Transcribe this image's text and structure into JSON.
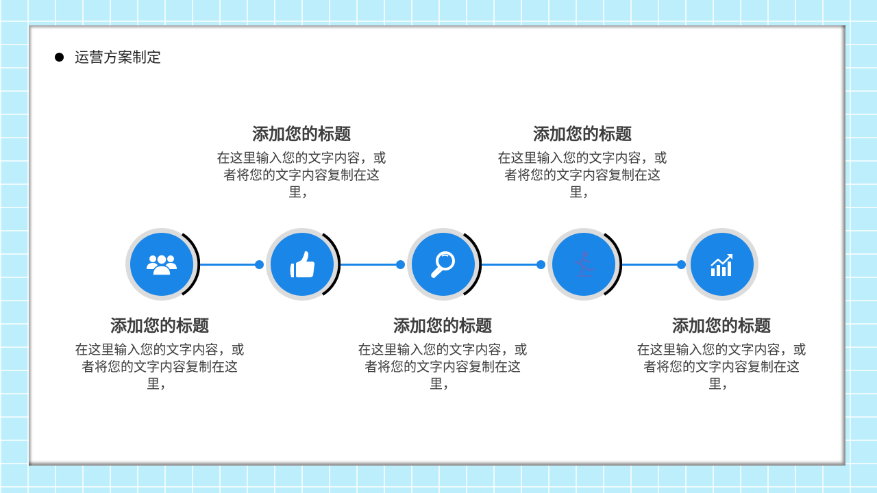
{
  "slide": {
    "heading": "运营方案制定",
    "colors": {
      "background": "#bdeefc",
      "accent": "#1a86e8",
      "ring": "#dcdcdc",
      "arc": "#000000",
      "text": "#3d3d3d"
    },
    "steps": [
      {
        "icon": "users-icon",
        "title": "添加您的标题",
        "body": "在这里输入您的文字内容，或者将您的文字内容复制在这里，",
        "position": "below"
      },
      {
        "icon": "thumbs-up-icon",
        "title": "添加您的标题",
        "body": "在这里输入您的文字内容，或者将您的文字内容复制在这里，",
        "position": "above"
      },
      {
        "icon": "magnifier-icon",
        "title": "添加您的标题",
        "body": "在这里输入您的文字内容，或者将您的文字内容复制在这里，",
        "position": "below"
      },
      {
        "icon": "running-person-icon",
        "title": "添加您的标题",
        "body": "在这里输入您的文字内容，或者将您的文字内容复制在这里，",
        "position": "above"
      },
      {
        "icon": "growth-chart-icon",
        "title": "添加您的标题",
        "body": "在这里输入您的文字内容，或者将您的文字内容复制在这里，",
        "position": "below"
      }
    ]
  }
}
